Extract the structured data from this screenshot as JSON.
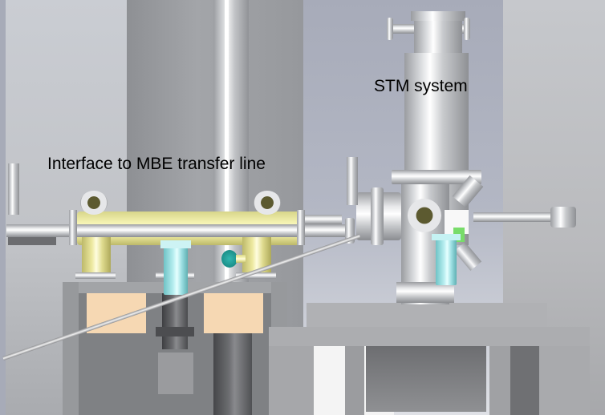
{
  "figure": {
    "type": "CAD rendering",
    "labels": {
      "transfer_line": "Interface to MBE transfer line",
      "stm": "STM system"
    }
  },
  "colors": {
    "background_left": "#c9cbcf",
    "background_mid": "#95979b",
    "background_right": "#b3b8c4",
    "wall_right": "#c3c4c7",
    "transfer_chamber": "#f2f0a8",
    "valve": "#a8e6e8",
    "knob": "#1aa09a",
    "padding_blocks": "#f8dcb8",
    "frame": "#9c9ea2",
    "green_part": "#77dd66"
  }
}
